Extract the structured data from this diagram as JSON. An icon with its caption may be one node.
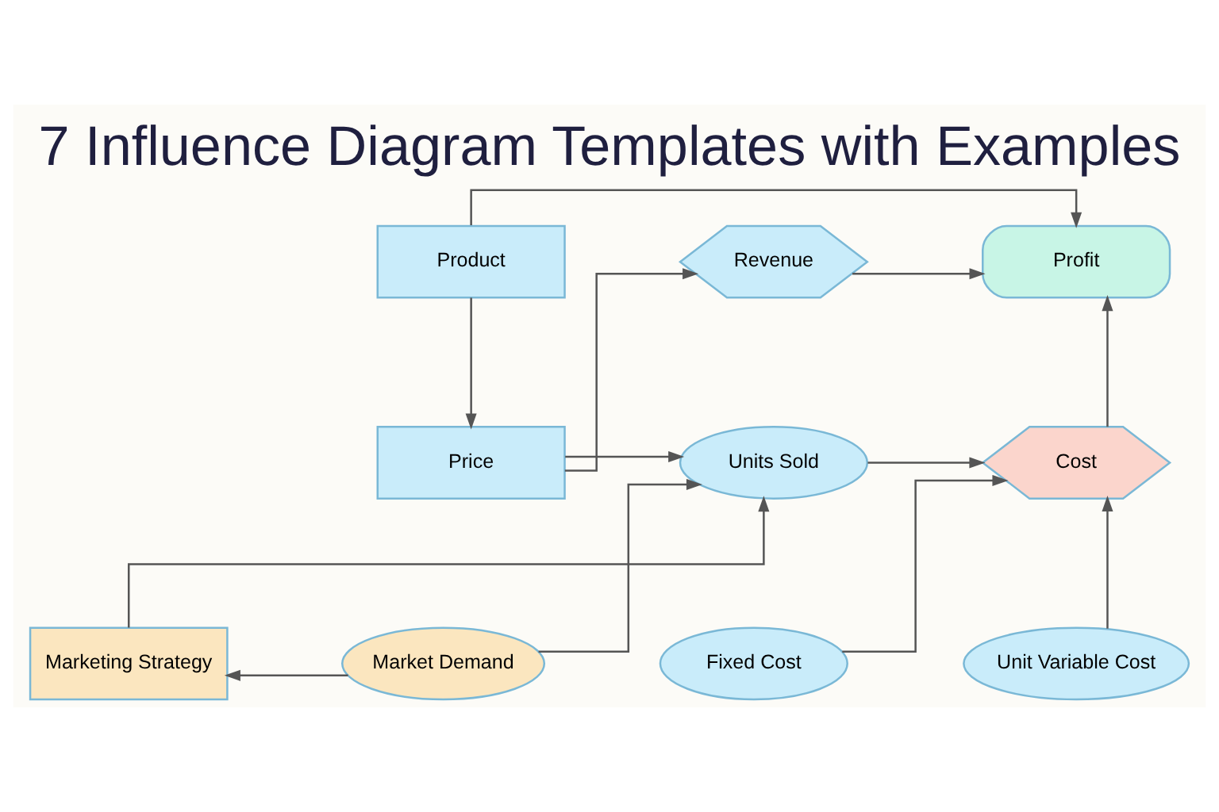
{
  "diagram": {
    "title": "7 Influence Diagram Templates with Examples",
    "nodes": [
      {
        "text": [
          "Product"
        ]
      },
      {
        "text": [
          "Revenue"
        ]
      },
      {
        "text": [
          "Profit"
        ]
      },
      {
        "text": [
          "Price"
        ]
      },
      {
        "text": [
          "Units Sold"
        ]
      },
      {
        "text": [
          "Cost"
        ]
      },
      {
        "text": [
          "Marketing Strategy"
        ]
      },
      {
        "text": [
          "Market Demand"
        ]
      },
      {
        "text": [
          "Fixed Cost"
        ]
      },
      {
        "text": [
          "Unit Variable Cost"
        ]
      }
    ],
    "edges": [
      {
        "from": 0,
        "to": 3,
        "arrow": "to"
      },
      {
        "from": 0,
        "to": 2,
        "arrow": "to"
      },
      {
        "from": 3,
        "to": 1,
        "arrow": "to"
      },
      {
        "from": 3,
        "to": 4,
        "arrow": "to"
      },
      {
        "from": 6,
        "to": 4,
        "arrow": "to"
      },
      {
        "from": 1,
        "to": 2,
        "arrow": "to"
      },
      {
        "from": 4,
        "to": 5,
        "arrow": "to"
      },
      {
        "from": 5,
        "to": 2,
        "arrow": "to"
      },
      {
        "from": 7,
        "to": 4,
        "arrow": "to"
      },
      {
        "from": 7,
        "to": 6,
        "arrow": "to"
      },
      {
        "from": 8,
        "to": 5,
        "arrow": "to"
      },
      {
        "from": 9,
        "to": 5,
        "arrow": "to"
      }
    ]
  }
}
